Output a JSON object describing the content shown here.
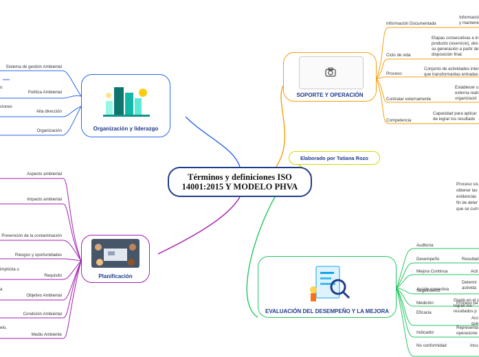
{
  "central": {
    "title": "Términos y definiciones ISO 14001:2015 Y MODELO PHVA"
  },
  "author_badge": {
    "label": "Elaborado por Tatiana Rozo"
  },
  "colors": {
    "central": "#1e3a8a",
    "organizacion": "#2563eb",
    "planificacion": "#a21caf",
    "soporte": "#f59e0b",
    "evaluacion": "#22c55e",
    "badge": "#d4d800"
  },
  "branches": {
    "organizacion": {
      "label": "Organización y liderazgo",
      "icon": "buildings-illustration",
      "items": [
        "Sistema de gestión Ambiental",
        "Política Ambiental",
        "Alta dirección",
        "Organización"
      ],
      "fragments": [
        "o",
        "ciones"
      ]
    },
    "planificacion": {
      "label": "Planificación",
      "icon": "team-meeting-photo",
      "items": [
        "Aspecto ambiental",
        "Impacto ambiental",
        "Prevención de la contaminación",
        "Riesgos y oportunidades",
        "Requisito",
        "Objetivo Ambiental",
        "Condición Ambiental",
        "Medio Ambiente"
      ],
      "fragments": [
        "implícita u",
        "a",
        "elo,"
      ]
    },
    "soporte": {
      "label": "SOPORTE Y OPERACIÓN",
      "icon": "camera-icon",
      "items": [
        {
          "term": "Información Documentada",
          "definition": "Informació\ny mantene"
        },
        {
          "term": "Ciclo de vida",
          "definition": "Etapas consecutivas e in\nproducto (oservicio), des\nsu generación a partir de\ndisposición final."
        },
        {
          "term": "Proceso",
          "definition": "Conjunto de actividades inter\nque transformanlas entradas"
        },
        {
          "term": "Contratar externamente",
          "definition": "Establecer u\nexterna reali\norganizació"
        },
        {
          "term": "Competencia",
          "definition": "Capacidad para aplicar\nde lograr los resultado"
        }
      ]
    },
    "evaluacion": {
      "label": "EVALUACIÓN DEL DESEMPEÑO Y LA MEJORA",
      "icon": "report-magnifier-illustration",
      "items": [
        {
          "term": "Auditoria",
          "definition": "Proceso sis\nobtener las\nevidencias\nfin de deter\nque se cum"
        },
        {
          "term": "Desempeño",
          "definition": "Resultad"
        },
        {
          "term": "Mejora Continua",
          "definition": "Acti"
        },
        {
          "term": "Seguimiento",
          "definition": "Determi\nactivida"
        },
        {
          "term": "Medición",
          "definition": "Proceso pa"
        },
        {
          "term": "Acción correctiva",
          "definition": "Acc\nque"
        },
        {
          "term": "Eficacia",
          "definition": "Grado en el c\nlogran los\nresultados p"
        },
        {
          "term": "Indicador",
          "definition": "Representa\noperacione"
        },
        {
          "term": "No conformidad",
          "definition": "Incu"
        }
      ]
    }
  }
}
